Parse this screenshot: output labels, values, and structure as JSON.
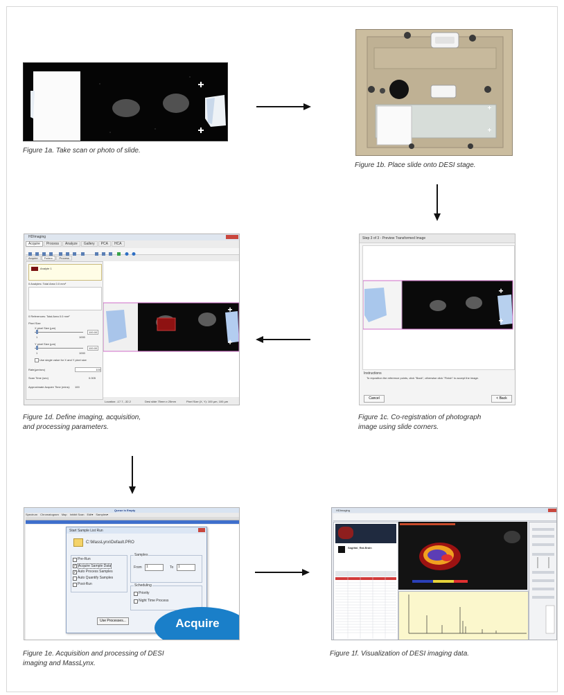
{
  "captions": {
    "fig1a": "Figure 1a. Take scan or photo of slide.",
    "fig1b": "Figure 1b. Place slide onto DESI stage.",
    "fig1c_line1": "Figure 1c. Co-registration of photograph",
    "fig1c_line2": "image using slide corners.",
    "fig1d_line1": "Figure 1d. Define imaging, acquisition,",
    "fig1d_line2": "and processing parameters.",
    "fig1e_line1": "Figure 1e. Acquisition and processing of DESI",
    "fig1e_line2": "imaging and MassLynx.",
    "fig1f": "Figure 1f. Visualization of DESI imaging data."
  },
  "fig1c": {
    "title": "Step 3 of 3 - Preview Transformed Image",
    "instructions_label": "Instructions",
    "instructions_text": "To reposition the reference points, click \"Back\", otherwise click \"Finish\" to accept the image.",
    "cancel": "Cancel",
    "back": "< Back"
  },
  "fig1d": {
    "app_title": "HDImaging",
    "tabs": [
      "Acquire",
      "Process",
      "Analyze",
      "Gallery",
      "PCA",
      "HCA"
    ],
    "subtabs": [
      "Acquire",
      "Pattern",
      "Process"
    ],
    "analyte_name": "Analyte 1",
    "analytes_label": "0 Analytes:  Total Area 0.0 mm²",
    "references_label": "0 References:  Total Area 0.0 mm²",
    "pixel_size": "Pixel Size",
    "x_pixel": "X pixel Size (µm)",
    "y_pixel": "Y pixel Size (µm)",
    "x_value": "100.00",
    "y_value": "100.00",
    "min": "1",
    "max": "1000",
    "use_single": "Use single value for X and Y pixel size",
    "rate_label": "Rate(µm/sec)",
    "rate_value": "100",
    "scan_label": "Scan Time (sec)",
    "scan_value": "0.005",
    "approx_label": "Approximate Acquire Time (mins):",
    "approx_value": "100",
    "status_location": "Location: -17.7, -32.2",
    "status_desi": "Desi slide 75mm x 25mm",
    "status_pixel": "Pixel Size (X, Y): 100 µm, 100 µm"
  },
  "fig1e": {
    "window_title": "Queue is Empty",
    "menu": [
      "Spectrum",
      "Chromatogram",
      "Map",
      "Inhibit Scan",
      "Edit▾",
      "Samples▾"
    ],
    "dialog_title": "Start Sample List Run",
    "path": "C:\\MassLynx\\Default.PRO",
    "checkboxes": [
      {
        "label": "Pre-Run",
        "checked": false
      },
      {
        "label": "Acquire Sample Data",
        "checked": true
      },
      {
        "label": "Auto Process Samples",
        "checked": true
      },
      {
        "label": "Auto Quantify Samples",
        "checked": false
      },
      {
        "label": "Post-Run",
        "checked": false
      }
    ],
    "samples_label": "Samples",
    "from_label": "From",
    "from_value": "1",
    "to_label": "To",
    "to_value": "1",
    "scheduling_label": "Scheduling",
    "priority": "Priority",
    "night_time": "Night Time Process",
    "use_processes": "Use Processes...",
    "acquire_badge": "Acquire",
    "badge_color": "#1a7fc9"
  },
  "fig1f": {
    "app_title": "HDImaging",
    "sample_name": "Sagittal_Rat-Brain"
  },
  "colors": {
    "arrow": "#111111",
    "caption": "#333333",
    "slide_frame": "#8f8470"
  }
}
